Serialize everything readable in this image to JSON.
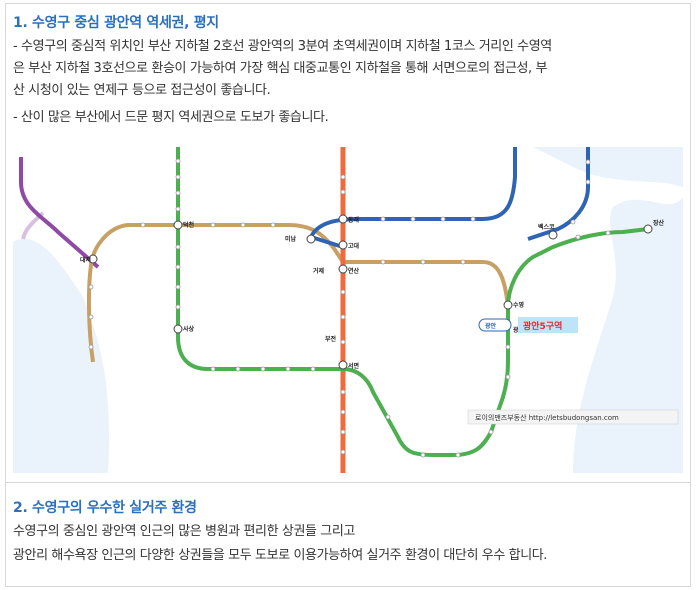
{
  "section1": {
    "title": "1. 수영구 중심 광안역 역세권, 평지",
    "lines": [
      "- 수영구의 중심적 위치인 부산 지하철 2호선 광안역의 3분여 초역세권이며 지하철 1코스 거리인 수영역",
      "은 부산 지하철 3호선으로 환승이 가능하여 가장 핵심 대중교통인 지하철을 통해 서면으로의 접근성, 부",
      "산 시청이 있는 연제구 등으로 접근성이 좋습니다.",
      "- 산이 많은 부산에서 드문 평지 역세권으로 도보가 좋습니다."
    ]
  },
  "map": {
    "highlight_label": "광안5구역",
    "tag_label": "광안",
    "watermark": "로이의맨즈부동산 http://letsbudongsan.com",
    "stations": {
      "suyeong": "수영",
      "gwangan": "광안",
      "seomyeon": "서면",
      "yeonsan": "연산",
      "dongnae": "동래",
      "minam": "미남",
      "deokcheon": "덕천",
      "sasang": "사상",
      "daejeo": "대저",
      "bexco": "벡스코",
      "jangsan": "장산",
      "geoje": "거제",
      "godae": "고대",
      "busanjin": "부전"
    }
  },
  "section2": {
    "title": "2. 수영구의 우수한 실거주 환경",
    "lines": [
      "수영구의 중심인 광안역 인근의 많은 병원과 편리한 상권들 그리고",
      "광안리 해수욕장 인근의 다양한 상권들을 모두 도보로 이용가능하여 실거주 환경이 대단히 우수 합니다."
    ]
  },
  "colors": {
    "heading": "#2b6fbd",
    "line1": "#f06a3d",
    "line2": "#4caf50",
    "line3": "#c8a064",
    "line4": "#2f64b4",
    "busan_gimhae": "#8e4aa4",
    "highlight": "#e8282e"
  }
}
